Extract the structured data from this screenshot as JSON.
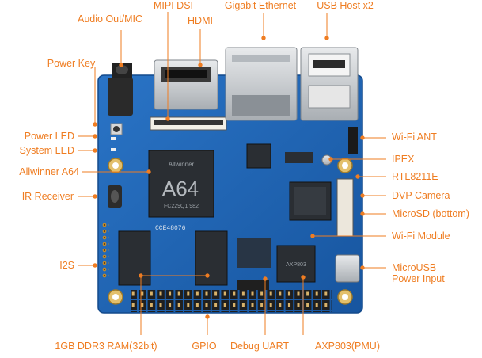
{
  "labels": {
    "audio": "Audio Out/MIC",
    "mipi": "MIPI DSI",
    "hdmi": "HDMI",
    "ethernet": "Gigabit Ethernet",
    "usb_host": "USB Host x2",
    "power_key": "Power Key",
    "power_led": "Power LED",
    "system_led": "System LED",
    "allwinner": "Allwinner A64",
    "ir": "IR Receiver",
    "i2s": "I2S",
    "ram": "1GB DDR3 RAM(32bit)",
    "gpio": "GPIO",
    "debug_uart": "Debug UART",
    "axp": "AXP803(PMU)",
    "wifi_ant": "Wi-Fi ANT",
    "ipex": "IPEX",
    "rtl": "RTL8211E",
    "dvp": "DVP Camera",
    "microsd": "MicroSD (bottom)",
    "wifi_module": "Wi-Fi Module",
    "microusb_line1": "MicroUSB",
    "microusb_line2": "Power Input"
  },
  "board": {
    "soc_text": "A64",
    "soc_brand": "Allwinner",
    "soc_code": "FC229Q1 982",
    "pmu_text": "AXP803",
    "board_code": "CCE48076"
  },
  "colors": {
    "label": "#ef7d22",
    "pcb": "#1d63b4",
    "pcb_edge": "#154e93",
    "chip": "#2a2e33",
    "metal": "#c9cdd1",
    "gold": "#e0b85c"
  }
}
